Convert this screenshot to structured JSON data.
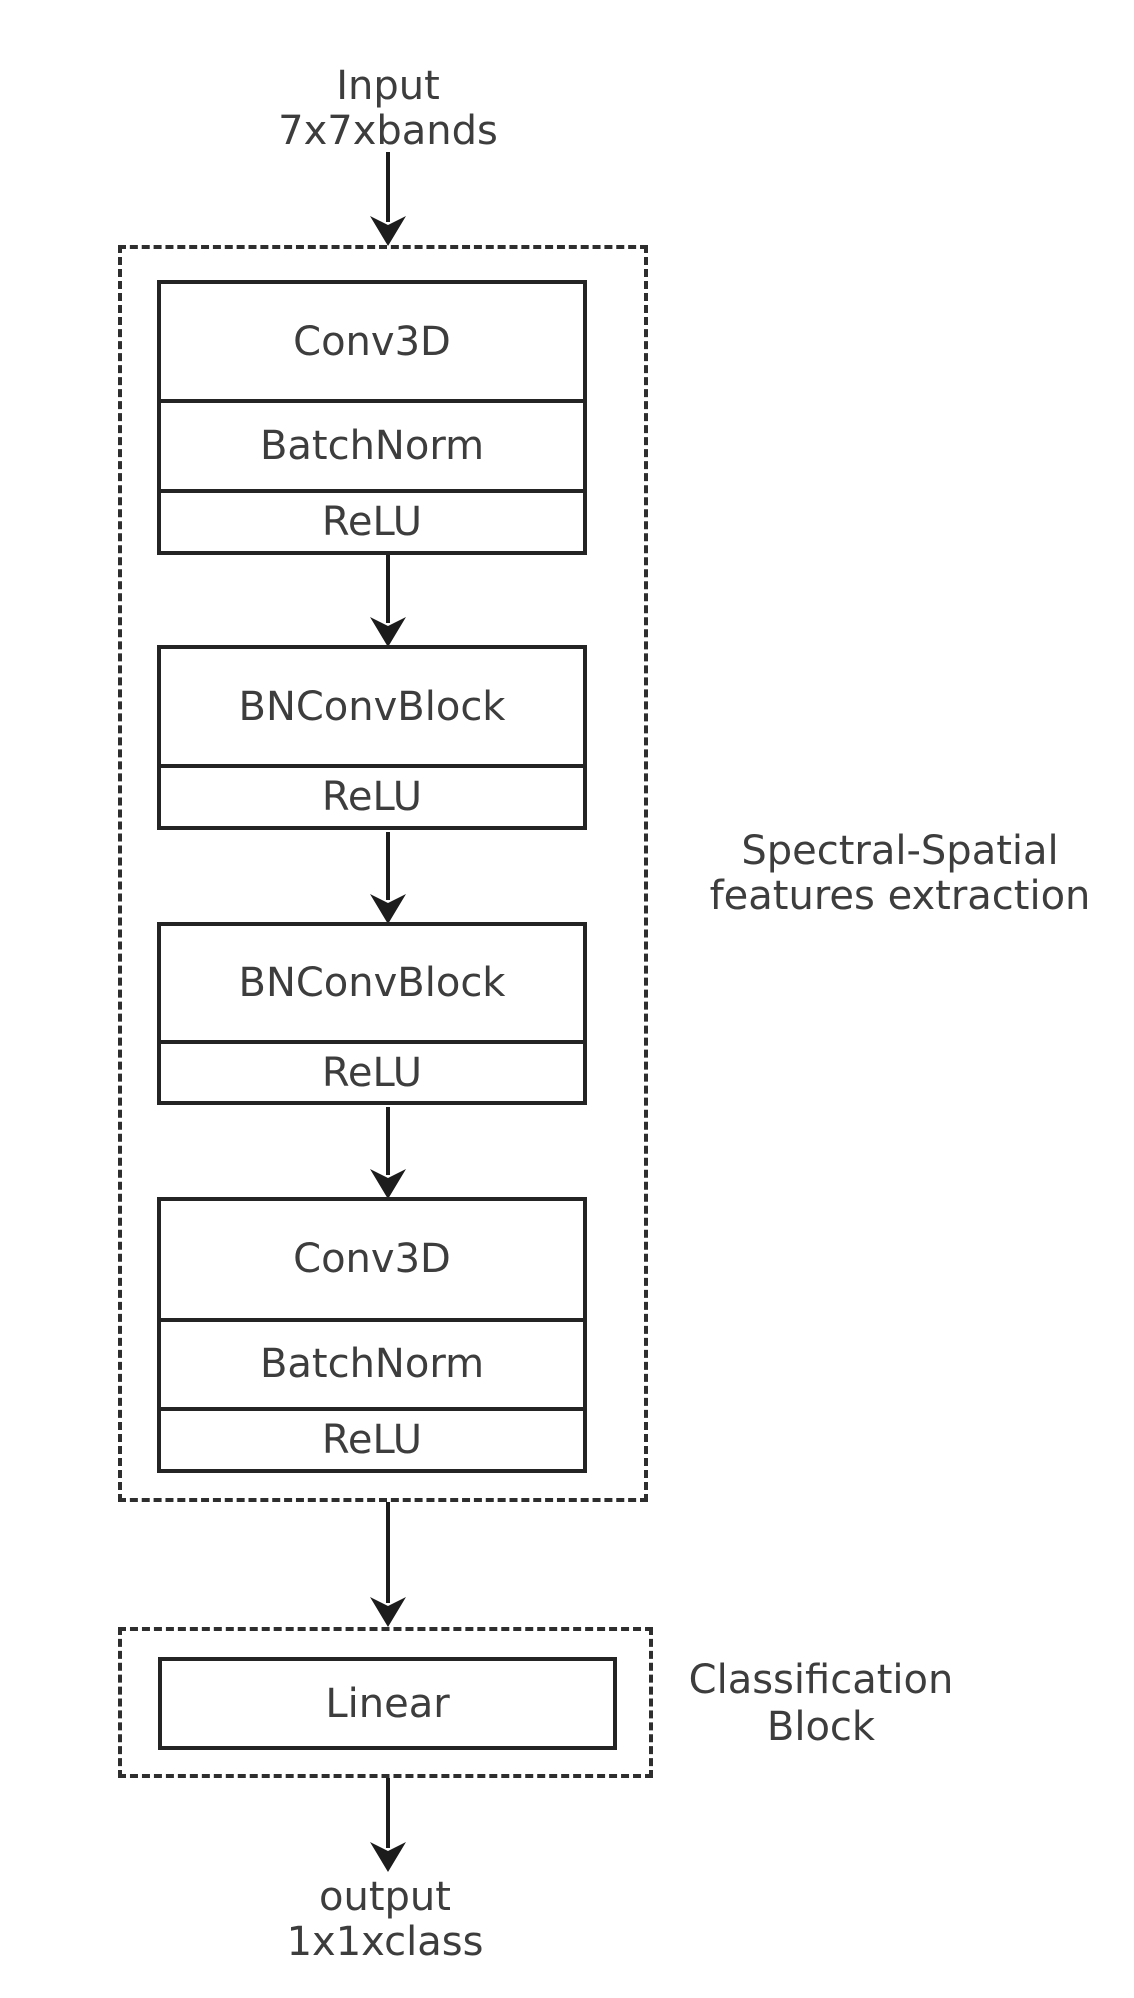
{
  "input_label": {
    "line1": "Input",
    "line2": "7x7xbands"
  },
  "output_label": {
    "line1": "output",
    "line2": "1x1xclass"
  },
  "spectral_group": {
    "label": {
      "line1": "Spectral-Spatial",
      "line2": "features extraction"
    },
    "block1": {
      "layer1": "Conv3D",
      "layer2": "BatchNorm",
      "layer3": "ReLU"
    },
    "block2": {
      "layer1": "BNConvBlock",
      "layer2": "ReLU"
    },
    "block3": {
      "layer1": "BNConvBlock",
      "layer2": "ReLU"
    },
    "block4": {
      "layer1": "Conv3D",
      "layer2": "BatchNorm",
      "layer3": "ReLU"
    }
  },
  "classification_group": {
    "label": {
      "line1": "Classification",
      "line2": "Block"
    },
    "block1": {
      "layer1": "Linear"
    }
  },
  "colors": {
    "line": "#1c1c1c",
    "border": "#242424",
    "text": "#3d3d3d",
    "background": "#ffffff"
  }
}
